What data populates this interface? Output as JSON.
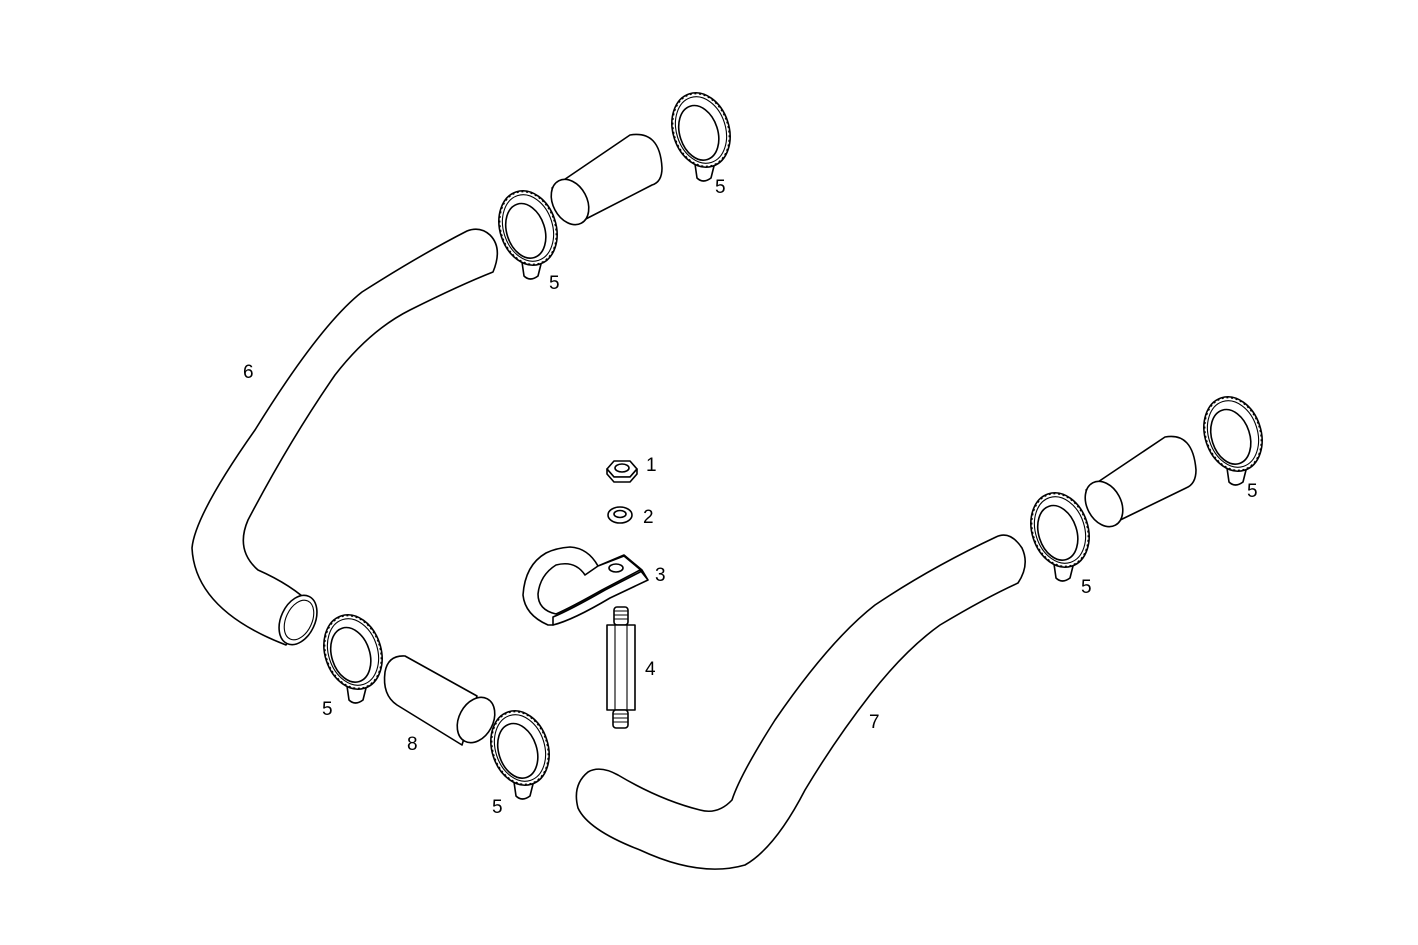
{
  "callouts": {
    "nut": "1",
    "washer": "2",
    "bracket": "3",
    "stud": "4",
    "hose_clamp": "5",
    "hose_left": "6",
    "hose_right": "7",
    "hose_short": "8"
  }
}
